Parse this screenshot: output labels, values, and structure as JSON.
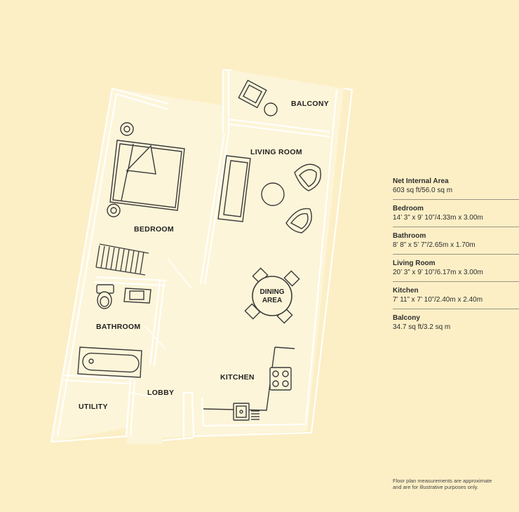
{
  "rooms": {
    "balcony": "BALCONY",
    "living_room": "LIVING ROOM",
    "bedroom": "BEDROOM",
    "bathroom": "BATHROOM",
    "kitchen": "KITCHEN",
    "lobby": "LOBBY",
    "utility": "UTILITY",
    "dining_line1": "DINING",
    "dining_line2": "AREA"
  },
  "specs": [
    {
      "title": "Net Internal Area",
      "value": "603 sq ft/56.0 sq m"
    },
    {
      "title": "Bedroom",
      "value": "14’ 3” x 9’ 10”/4.33m x 3.00m"
    },
    {
      "title": "Bathroom",
      "value": "8’ 8” x 5’ 7”/2.65m x 1.70m"
    },
    {
      "title": "Living Room",
      "value": "20’ 3” x 9’ 10”/6.17m x 3.00m"
    },
    {
      "title": "Kitchen",
      "value": "7’ 11” x 7’ 10”/2.40m x 2.40m"
    },
    {
      "title": "Balcony",
      "value": "34.7 sq ft/3.2 sq m"
    }
  ],
  "note": {
    "line1": "Floor plan measurements are approximate",
    "line2": "and are for illustrative purposes only."
  },
  "colors": {
    "background": "#fcefc6",
    "interior": "#fdf4d6",
    "walls": "#ffffff",
    "furniture": "#3a3a3a",
    "divider": "#9c9481"
  }
}
